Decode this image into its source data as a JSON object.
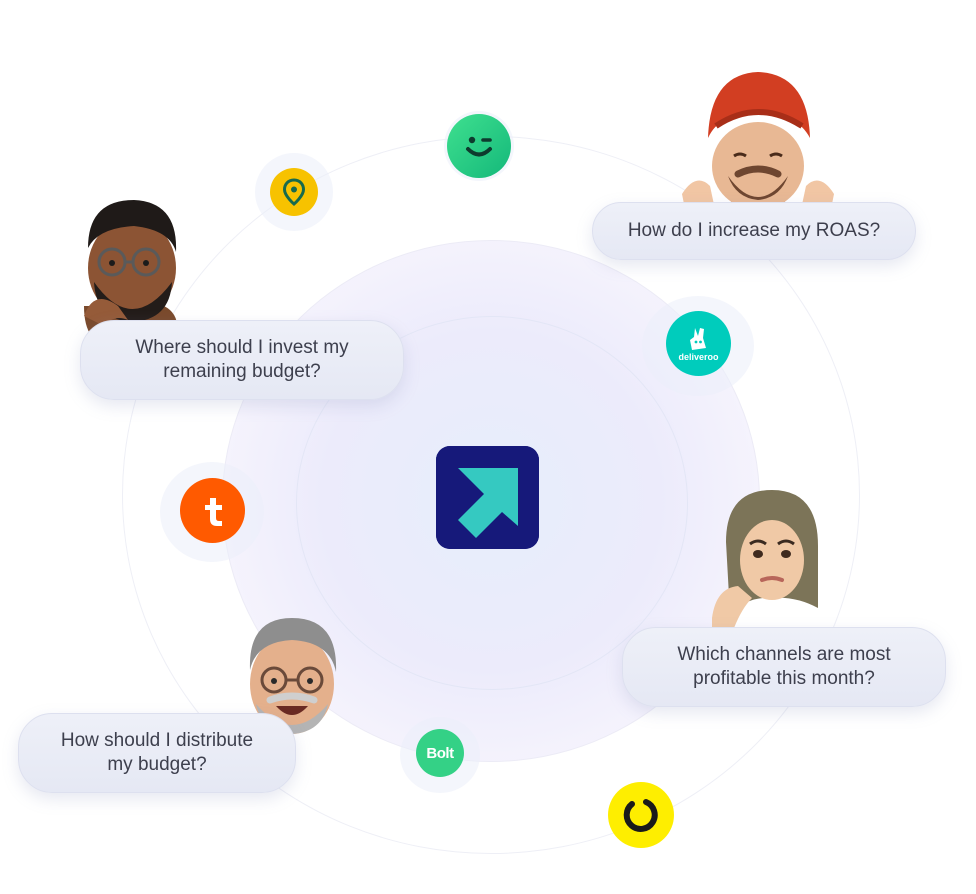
{
  "center_logo": {
    "name": "brand-arrow-logo",
    "bg_color": "#16197a",
    "accent_color": "#35c9c1"
  },
  "brands": [
    {
      "id": "careem",
      "icon": "smile-wink-icon",
      "color": "#27c77a"
    },
    {
      "id": "location-app",
      "icon": "map-pin-icon",
      "color": "#f7c200"
    },
    {
      "id": "deliveroo",
      "icon": "kangaroo-icon",
      "label": "deliveroo",
      "color": "#00ccbc"
    },
    {
      "id": "talabat",
      "icon": "letter-t-icon",
      "color": "#ff5a00"
    },
    {
      "id": "bolt",
      "icon": "bolt-wordmark-icon",
      "label": "Bolt",
      "color": "#34d186"
    },
    {
      "id": "noon",
      "icon": "ring-icon",
      "color": "#feee00"
    }
  ],
  "questions": [
    {
      "id": "roas",
      "lines": [
        "How do I increase my ROAS?"
      ],
      "avatar": "turban-man-avatar"
    },
    {
      "id": "invest",
      "lines": [
        "Where should I invest my",
        "remaining budget?"
      ],
      "avatar": "bearded-man-avatar"
    },
    {
      "id": "channels",
      "lines": [
        "Which channels are most",
        "profitable this month?"
      ],
      "avatar": "hijab-woman-avatar"
    },
    {
      "id": "distribute",
      "lines": [
        "How should I distribute",
        "my budget?"
      ],
      "avatar": "grey-haired-man-avatar"
    }
  ]
}
